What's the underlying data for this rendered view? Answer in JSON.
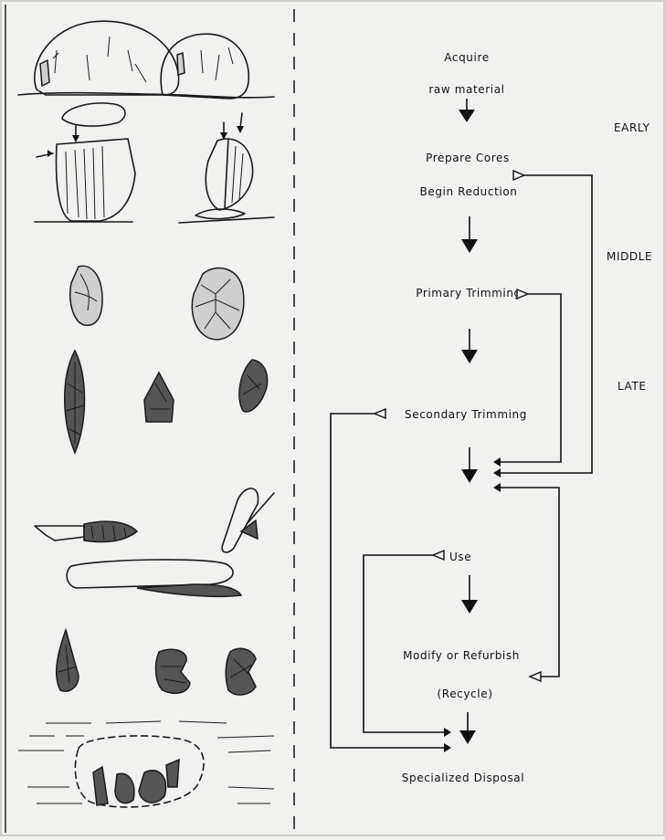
{
  "flow_steps": {
    "acquire_line1": "Acquire",
    "acquire_line2": "raw material",
    "prepare_line1": "Prepare Cores",
    "prepare_line2": "Begin Reduction",
    "primary_trimming": "Primary Trimming",
    "secondary_trimming": "Secondary Trimming",
    "use": "Use",
    "modify": "Modify or Refurbish",
    "recycle": "(Recycle)",
    "disposal": "Specialized Disposal"
  },
  "stages": {
    "early": "EARLY",
    "middle": "MIDDLE",
    "late": "LATE"
  },
  "colors": {
    "paper": "#f1f1ef",
    "ink": "#111111"
  }
}
